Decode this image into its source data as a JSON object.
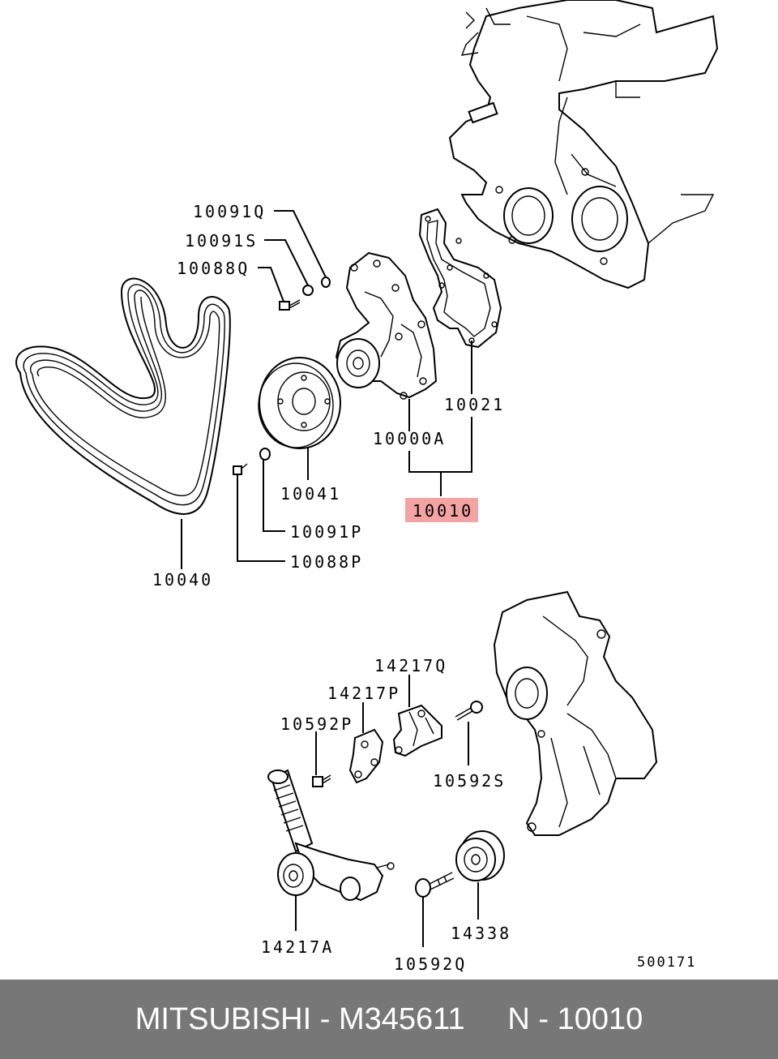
{
  "highlight_color": "#f4a3a3",
  "labels": {
    "l10091Q": "10091Q",
    "l10091S": "10091S",
    "l10088Q": "10088Q",
    "l10021": "10021",
    "l10000A": "10000A",
    "l10010": "10010",
    "l10041": "10041",
    "l10091P": "10091P",
    "l10088P": "10088P",
    "l10040": "10040",
    "l14217Q": "14217Q",
    "l14217P_top": "14217P",
    "l10592P": "10592P",
    "l10592S": "10592S",
    "l14217A": "14217A",
    "l14338": "14338",
    "l10592Q": "10592Q"
  },
  "diagram_code": "500171",
  "footer": {
    "text": "MITSUBISHI - M345611     N - 10010"
  }
}
